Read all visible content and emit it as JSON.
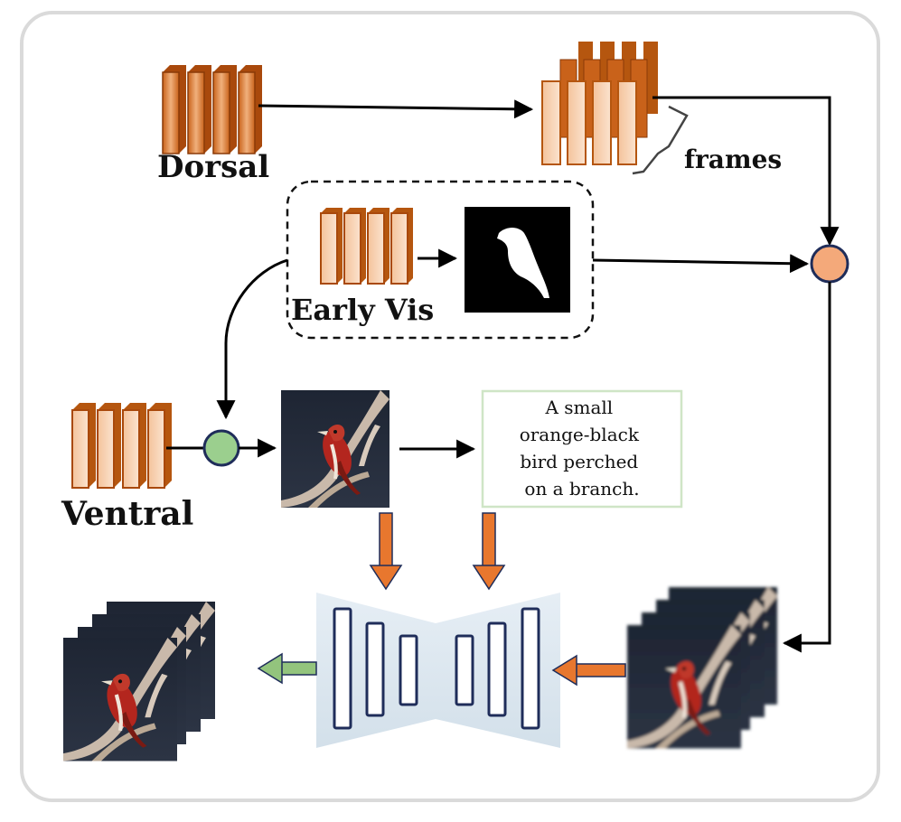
{
  "labels": {
    "dorsal": "Dorsal",
    "frames": "frames",
    "early_vis": "Early Vis",
    "ventral": "Ventral"
  },
  "caption_lines": [
    "A small",
    "orange-black",
    "bird perched",
    "on a branch."
  ],
  "colors": {
    "block_dark": "#b5560f",
    "block_mid": "#e0863c",
    "block_light": "#f6c9a1",
    "fuse_orange": "#f4a97a",
    "fuse_green": "#9bcf8e",
    "arrow_orange": "#e8772e",
    "arrow_green": "#93c47d",
    "unet_bg": "#dde7ef",
    "unet_bar": "#1f2d5a",
    "node_border": "#1f2d5a"
  },
  "icons": [
    "bird-photo",
    "bird-silhouette",
    "video-frames-stack"
  ]
}
